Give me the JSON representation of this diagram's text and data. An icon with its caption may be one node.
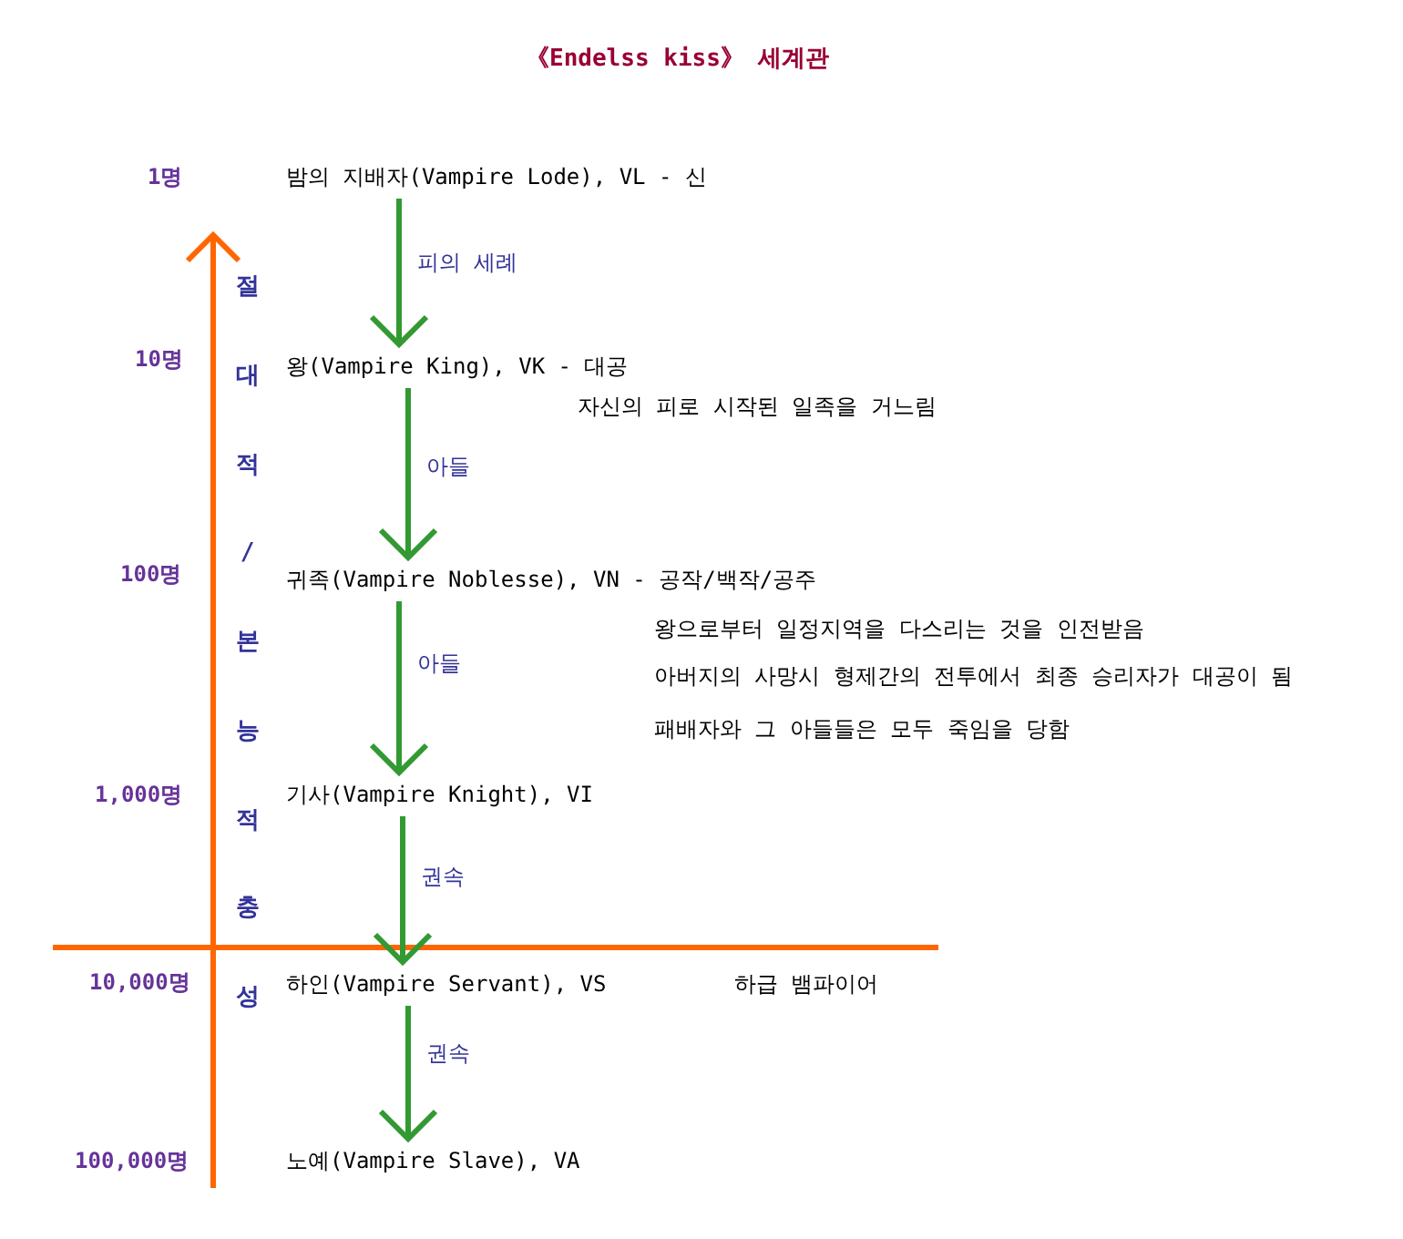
{
  "diagram": {
    "title": "《Endelss kiss》 세계관",
    "nodes": [
      {
        "text": [
          "밤의 지배자(Vampire Lode), VL - 신"
        ]
      },
      {
        "text": [
          "왕(Vampire King), VK - 대공"
        ]
      },
      {
        "text": [
          "귀족(Vampire Noblesse), VN - 공작/백작/공주"
        ]
      },
      {
        "text": [
          "기사(Vampire Knight), VI"
        ]
      },
      {
        "text": [
          "하인(Vampire Servant), VS"
        ]
      },
      {
        "text": [
          "노예(Vampire Slave), VA"
        ]
      }
    ],
    "edges": [
      {
        "from": 0,
        "to": 1,
        "arrow": "to",
        "label": "피의 세례"
      },
      {
        "from": 1,
        "to": 2,
        "arrow": "to",
        "label": "아들"
      },
      {
        "from": 2,
        "to": 3,
        "arrow": "to",
        "label": "아들"
      },
      {
        "from": 3,
        "to": 4,
        "arrow": "to",
        "label": "권속"
      },
      {
        "from": 4,
        "to": 5,
        "arrow": "to",
        "label": "권속"
      }
    ],
    "labels": [
      "1명",
      "절대적/본능적충성",
      "10명",
      "자신의 피로 시작된 일족을 거느림",
      "100명",
      "왕으로부터 일정지역을 다스리는 것을 인전받음",
      "아버지의 사망시 형제간의 전투에서 최종 승리자가 대공이 됨",
      "패배자와 그 아들들은 모두 죽임을 당함",
      "1,000명",
      "10,000명",
      "하급 뱀파이어",
      "100,000명"
    ]
  }
}
